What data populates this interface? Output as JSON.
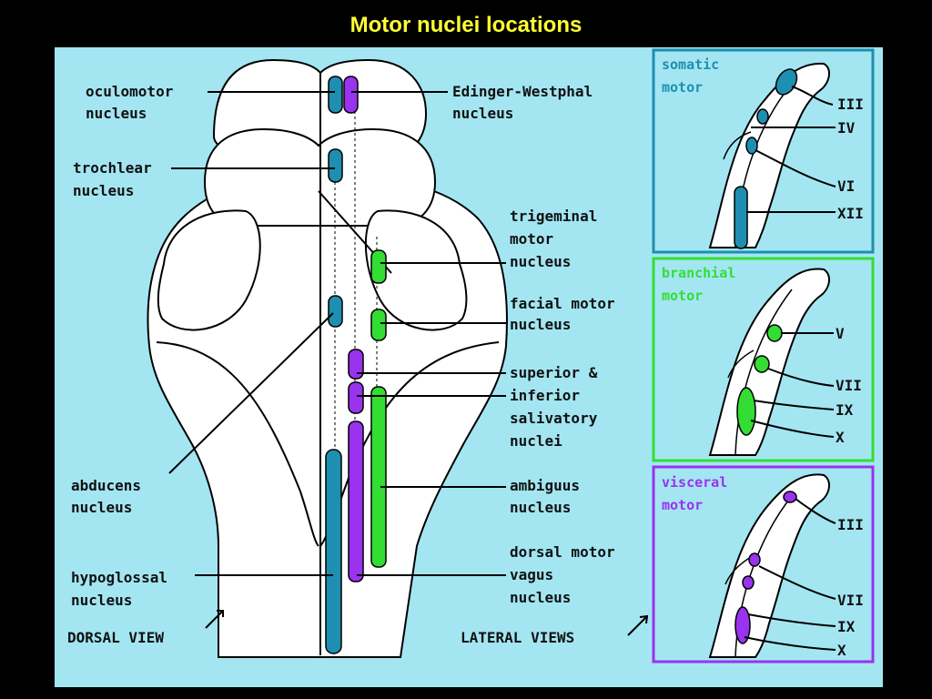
{
  "title": "Motor nuclei locations",
  "colors": {
    "background": "#a3e6f2",
    "somatic": "#1e8fb0",
    "branchial": "#33dd33",
    "visceral": "#9933ee",
    "title": "#ffff33"
  },
  "labels": {
    "oculomotor": [
      "oculomotor",
      "nucleus"
    ],
    "edinger": [
      "Edinger-Westphal",
      "nucleus"
    ],
    "trochlear": [
      "trochlear",
      "nucleus"
    ],
    "trigeminal": [
      "trigeminal",
      "motor",
      "nucleus"
    ],
    "facial": [
      "facial motor",
      "nucleus"
    ],
    "salivatory": [
      "superior &",
      "inferior",
      "salivatory",
      "nuclei"
    ],
    "abducens": [
      "abducens",
      "nucleus"
    ],
    "ambiguus": [
      "ambiguus",
      "nucleus"
    ],
    "hypoglossal": [
      "hypoglossal",
      "nucleus"
    ],
    "dorsal_vagus": [
      "dorsal motor",
      "vagus",
      "nucleus"
    ],
    "dorsal_view": "DORSAL VIEW",
    "lateral_views": "LATERAL VIEWS"
  },
  "panels": {
    "somatic": {
      "title": [
        "somatic",
        "motor"
      ],
      "nerves": [
        "III",
        "IV",
        "VI",
        "XII"
      ]
    },
    "branchial": {
      "title": [
        "branchial",
        "motor"
      ],
      "nerves": [
        "V",
        "VII",
        "IX",
        "X"
      ]
    },
    "visceral": {
      "title": [
        "visceral",
        "motor"
      ],
      "nerves": [
        "III",
        "VII",
        "IX",
        "X"
      ]
    }
  }
}
